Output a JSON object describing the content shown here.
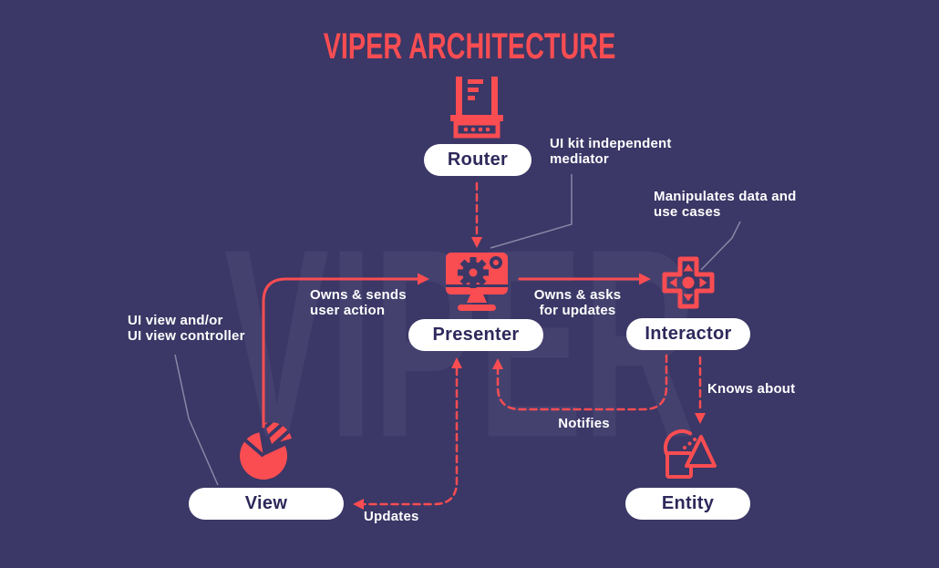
{
  "title": "VIPER ARCHITECTURE",
  "watermark": "VIPER",
  "colors": {
    "background": "#3b3766",
    "accent": "#f94d52",
    "pill_bg": "#ffffff",
    "pill_text": "#2d295b",
    "annotation_line": "#8a86a6",
    "label_text": "#ffffff",
    "watermark": "#45416f"
  },
  "nodes": [
    {
      "id": "router",
      "label": "Router",
      "icon": "wifi-router-icon"
    },
    {
      "id": "presenter",
      "label": "Presenter",
      "icon": "monitor-gear-icon"
    },
    {
      "id": "interactor",
      "label": "Interactor",
      "icon": "gamepad-dpad-icon"
    },
    {
      "id": "view",
      "label": "View",
      "icon": "pie-chart-icon"
    },
    {
      "id": "entity",
      "label": "Entity",
      "icon": "geometric-shapes-icon"
    }
  ],
  "annotations": [
    {
      "target": "router",
      "text": "UI kit independent\nmediator"
    },
    {
      "target": "interactor",
      "text": "Manipulates data and\nuse cases"
    },
    {
      "target": "view",
      "text": "UI view and/or\nUI view controller"
    }
  ],
  "edges": [
    {
      "from": "router",
      "to": "presenter",
      "style": "dashed",
      "label": ""
    },
    {
      "from": "view",
      "to": "presenter",
      "style": "solid",
      "label": "Owns & sends\nuser action"
    },
    {
      "from": "presenter",
      "to": "interactor",
      "style": "solid",
      "label": "Owns & asks\nfor updates"
    },
    {
      "from": "interactor",
      "to": "presenter",
      "style": "dashed",
      "label": "Notifies"
    },
    {
      "from": "presenter",
      "to": "view",
      "style": "dashed",
      "label": "Updates"
    },
    {
      "from": "interactor",
      "to": "entity",
      "style": "dashed",
      "label": "Knows about"
    }
  ]
}
